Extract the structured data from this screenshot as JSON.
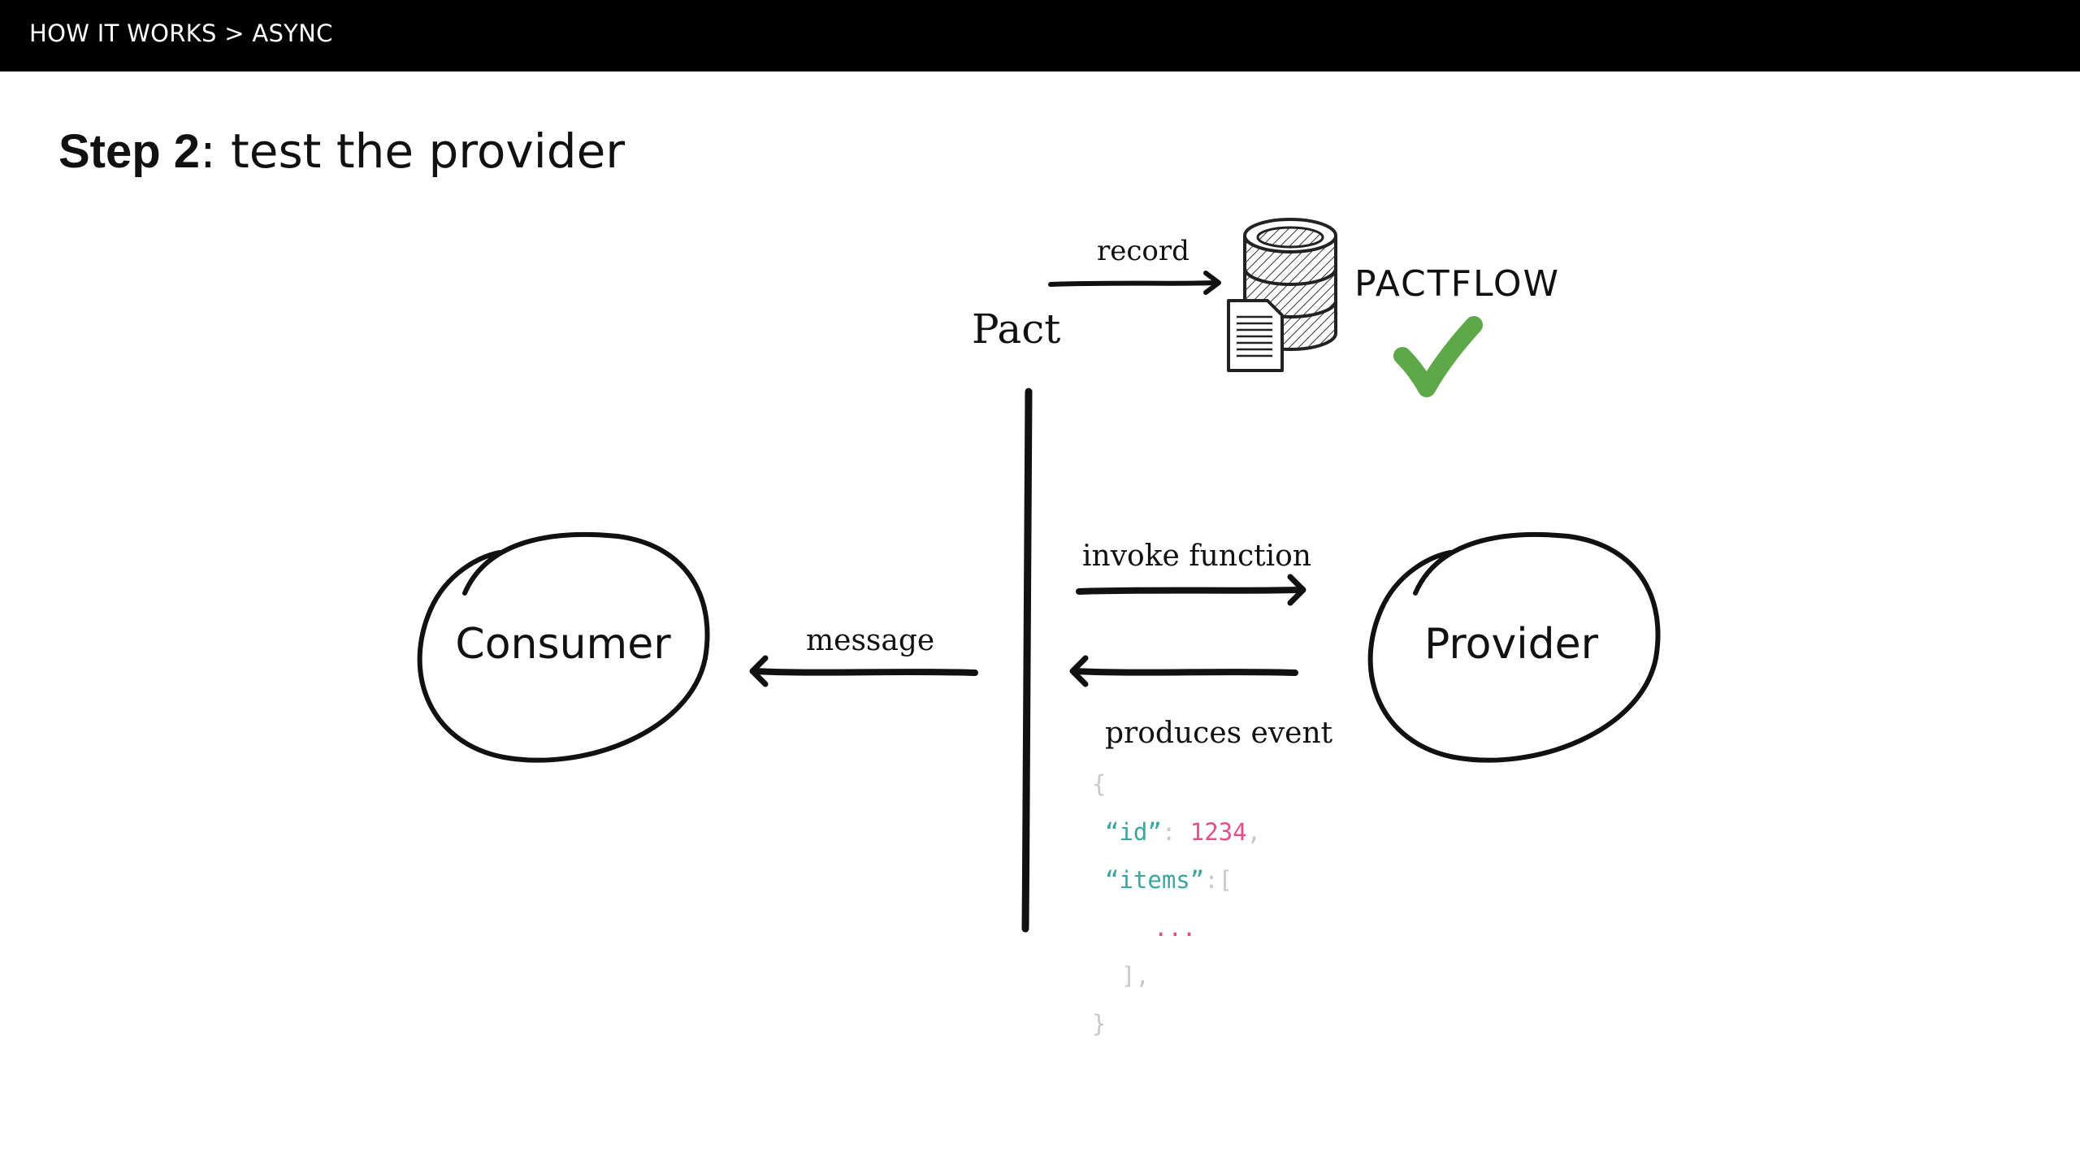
{
  "breadcrumb": "HOW IT WORKS > ASYNC",
  "title": {
    "strong": "Step 2",
    "rest": ": test the provider"
  },
  "diagram": {
    "pact_label": "Pact",
    "record_label": "record",
    "pactflow_logo": "PACTFLOW",
    "consumer_label": "Consumer",
    "provider_label": "Provider",
    "message_label": "message",
    "invoke_label": "invoke function",
    "produces_label": "produces event",
    "check_icon": "checkmark-icon",
    "database_icon": "database-icon",
    "document_icon": "document-icon",
    "check_color": "#5fa84a"
  },
  "code_sample": {
    "open_brace": "{",
    "id_key": "“id”",
    "id_sep": ": ",
    "id_value": "1234",
    "id_comma": ",",
    "items_key": "“items”",
    "items_sep": ":[",
    "ellipsis": "...",
    "close_bracket": "],",
    "close_brace": "}",
    "key_color": "#3aa6a0",
    "value_color": "#e0508a",
    "punct_color": "#c8c8c8"
  }
}
